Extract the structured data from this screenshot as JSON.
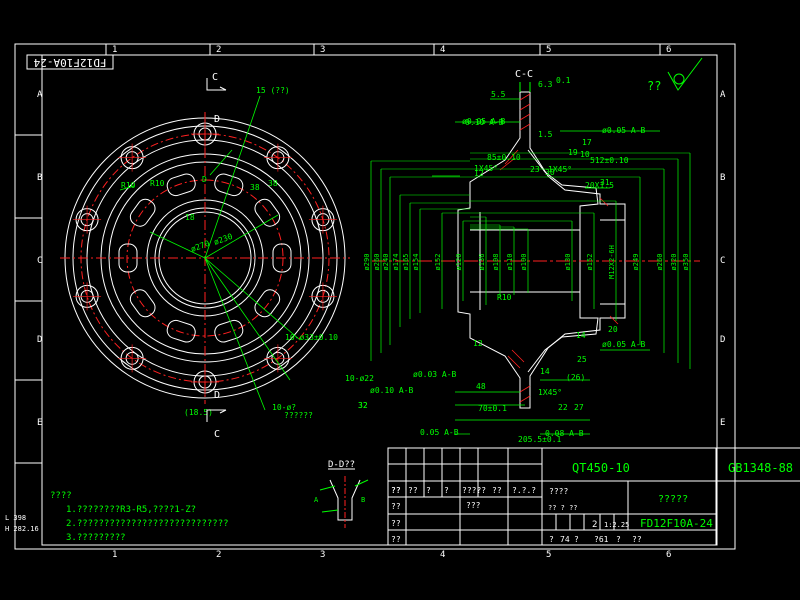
{
  "colors": {
    "background": "#000000",
    "frame": "#ffffff",
    "outline": "#ffffff",
    "dimension": "#00ff00",
    "centerline": "#ff2020",
    "annotation": "#00ff00",
    "cursor": "#00ffff"
  },
  "sheet": {
    "columns": [
      "1",
      "2",
      "3",
      "4",
      "5",
      "6"
    ],
    "rows": [
      "A",
      "B",
      "C",
      "D",
      "E"
    ],
    "corner_stamp": "FD12F10A-24",
    "standard": "GB1348-88",
    "surface_mark": "??"
  },
  "views": {
    "left_section_marks": [
      "C",
      "C",
      "D",
      "D"
    ],
    "section_title": "C-C",
    "detail_title": "D-D??",
    "detail_letters": [
      "A",
      "B"
    ]
  },
  "face_dims": [
    "15 (??)",
    "R10",
    "R10",
    "38",
    "38",
    "D",
    "18",
    "ø270",
    "ø230",
    "10-ø33±0.10",
    "10-ø22",
    "10-ø?",
    "??????",
    "(18.5)",
    "32"
  ],
  "section_dims_top": [
    "5.5",
    "6.3",
    "0.1",
    "ø0.05 A-B",
    "0.10 A-B",
    "1.5",
    "ø0.05 A-B",
    "85±0.10",
    "12",
    "10",
    "512±0.10",
    "1X45°",
    "1X45°",
    "23",
    "30",
    "20X1.5",
    "31",
    "19",
    "17"
  ],
  "section_dims_vertical": [
    "ø290",
    "ø260",
    "ø240",
    "ø174",
    "ø165",
    "ø154",
    "ø152",
    "ø120",
    "ø136",
    "ø108",
    "ø110",
    "ø100",
    "ø130",
    "ø152",
    "M12X2-6H",
    "ø249",
    "ø260",
    "ø320",
    "ø350"
  ],
  "section_dims_bottom": [
    "R10",
    "12",
    "14",
    "48",
    "70±0.1",
    "22",
    "27",
    "20",
    "14",
    "(26)",
    "25",
    "1X45°",
    "205.5±0.1",
    "ø0.03 A-B",
    "ø0.10 A-B",
    "0.05 A-B",
    "0.08 A-B",
    "ø0.05 A-B",
    "32"
  ],
  "notes": {
    "title": "????",
    "items": [
      "1.????????R3-R5,????1-Z?",
      "2.????????????????????????????",
      "3.?????????"
    ]
  },
  "coords": {
    "l": "L 398",
    "h": "H 282.16"
  },
  "title_block": {
    "material": "QT450-10",
    "part_name": "?????",
    "drawing_no": "FD12F10A-24",
    "sign_row": [
      "??",
      "??",
      "?",
      "?",
      "?????",
      "??",
      "?.?.?"
    ],
    "design_row": [
      "????",
      "???"
    ],
    "scale_label": "?? ? ??",
    "scale": "2",
    "ratio": "1:2.25",
    "sheet_row": [
      "?",
      "74",
      "?",
      "?61",
      "?",
      "??"
    ],
    "left_rows": [
      "??",
      "??",
      "??",
      "??"
    ]
  }
}
